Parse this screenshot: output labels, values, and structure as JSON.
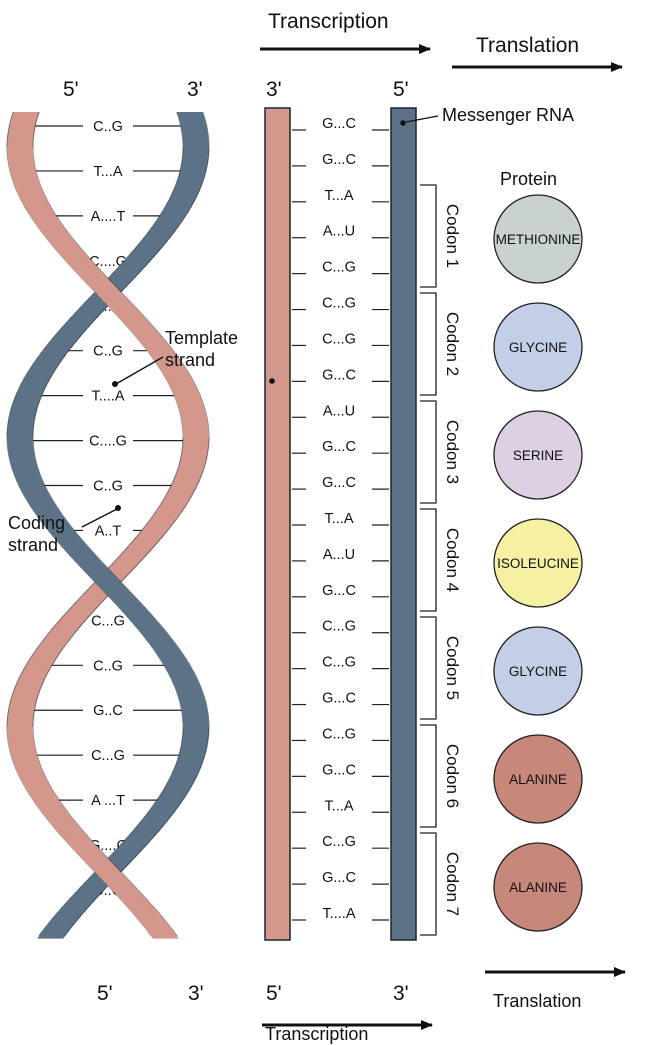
{
  "top_arrows": {
    "transcription": "Transcription",
    "translation": "Translation"
  },
  "bottom_arrows": {
    "transcription": "Transcription",
    "translation": "Translation"
  },
  "helix": {
    "top_left_end": "5'",
    "top_right_end": "3'",
    "bottom_left_end": "5'",
    "bottom_right_end": "3'",
    "template_label": "Template\nstrand",
    "coding_label": "Coding\nstrand",
    "pairs": [
      "C..G",
      "T...A",
      "A....T",
      "C....G",
      "C..G",
      "C..G",
      "T....A",
      "C....G",
      "C..G",
      "A..T",
      "G..C",
      "C...G",
      "C..G",
      "G..C",
      "C...G",
      "A ...T",
      "G....C",
      "C..G"
    ]
  },
  "strands": {
    "template_top_end": "3'",
    "mrna_top_end": "5'",
    "template_bottom_end": "5'",
    "mrna_bottom_end": "3'",
    "mrna_label": "Messenger RNA",
    "pairs": [
      "G...C",
      "G...C",
      "T...A",
      "A...U",
      "C...G",
      "C...G",
      "C...G",
      "G...C",
      "A...U",
      "G...C",
      "G...C",
      "T...A",
      "A...U",
      "G...C",
      "C...G",
      "C...G",
      "G...C",
      "C...G",
      "G...C",
      "T...A",
      "C...G",
      "G...C",
      "T....A"
    ]
  },
  "protein": {
    "title": "Protein",
    "codons": [
      {
        "label": "Codon 1",
        "amino_acid": "METHIONINE",
        "color": "#c9d2cf"
      },
      {
        "label": "Codon 2",
        "amino_acid": "GLYCINE",
        "color": "#c3cfe6"
      },
      {
        "label": "Codon 3",
        "amino_acid": "SERINE",
        "color": "#ddd0e4"
      },
      {
        "label": "Codon 4",
        "amino_acid": "ISOLEUCINE",
        "color": "#f6f1a2"
      },
      {
        "label": "Codon 5",
        "amino_acid": "GLYCINE",
        "color": "#c3cfe6"
      },
      {
        "label": "Codon 6",
        "amino_acid": "ALANINE",
        "color": "#c7887b"
      },
      {
        "label": "Codon 7",
        "amino_acid": "ALANINE",
        "color": "#c7887b"
      }
    ]
  },
  "colors": {
    "template_strand": "#d3978c",
    "coding_strand": "#5c7287",
    "mrna_strand": "#5c7287",
    "outline": "#1c2430"
  }
}
